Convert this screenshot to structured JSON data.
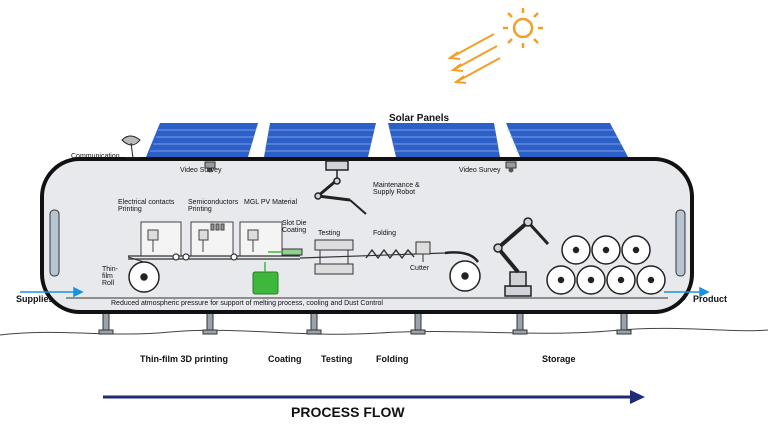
{
  "labels": {
    "solar_panels": "Solar Panels",
    "communication": "Communication",
    "video_survey_left": "Video Survey",
    "video_survey_right": "Video Survey",
    "maintenance_robot": "Maintenance &\nSupply Robot",
    "electrical_contacts": "Electrical contacts\nPrinting",
    "semiconductors": "Semiconductors\nPrinting",
    "mgl_pv": "MGL PV Material",
    "slot_die": "Slot Die\nCoating",
    "testing_inner": "Testing",
    "folding_inner": "Folding",
    "cutter": "Cutter",
    "thin_film_roll": "Thin-\nfilm\nRoll",
    "supplies": "Supplies",
    "product": "Product",
    "reduced_pressure": "Reduced atmospheric pressure for support of melting process, cooling and Dust Control"
  },
  "stages": {
    "thin_film_printing": "Thin-film 3D printing",
    "coating": "Coating",
    "testing": "Testing",
    "folding": "Folding",
    "storage": "Storage"
  },
  "process_flow": "PROCESS FLOW",
  "colors": {
    "panel": "#2d5fc9",
    "panel_lines": "#8fb3f0",
    "sun": "#f0a02a",
    "flow_arrow": "#1f2a7a",
    "arrow_blue": "#1e90e0",
    "green_tank": "#3db83d"
  }
}
